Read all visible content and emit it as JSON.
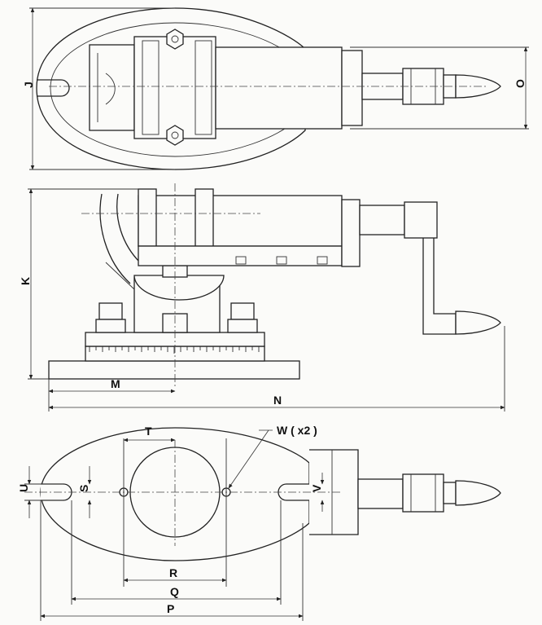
{
  "labels": {
    "J": "J",
    "O": "O",
    "K": "K",
    "M": "M",
    "N": "N",
    "T": "T",
    "W": "W ( x2 )",
    "U": "U",
    "S": "S",
    "V": "V",
    "R": "R",
    "Q": "Q",
    "P": "P"
  }
}
